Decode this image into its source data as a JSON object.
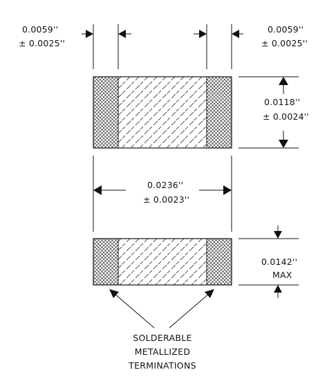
{
  "dimensions": {
    "termination_left": {
      "value": "0.0059''",
      "tolerance": "± 0.0025''"
    },
    "termination_right": {
      "value": "0.0059''",
      "tolerance": "± 0.0025''"
    },
    "width": {
      "value": "0.0118''",
      "tolerance": "± 0.0024''"
    },
    "length": {
      "value": "0.0236''",
      "tolerance": "± 0.0023''"
    },
    "thickness": {
      "value": "0.0142''",
      "qualifier": "MAX"
    }
  },
  "callout": {
    "line1": "SOLDERABLE",
    "line2": "METALLIZED",
    "line3": "TERMINATIONS"
  },
  "colors": {
    "ink": "#111111",
    "background": "#ffffff"
  }
}
